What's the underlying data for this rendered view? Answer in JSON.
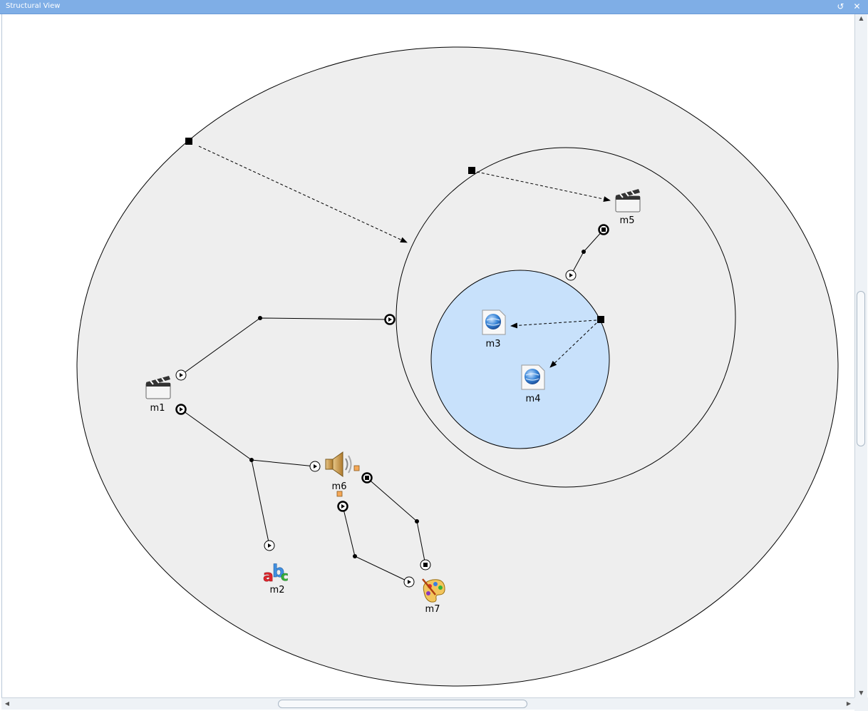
{
  "window": {
    "title": "Structural View",
    "restore_icon": "restore-icon",
    "close_icon": "close-icon"
  },
  "media": {
    "m1": {
      "label": "m1",
      "type": "video",
      "icon": "clapperboard-icon"
    },
    "m2": {
      "label": "m2",
      "type": "text",
      "icon": "text-abc-icon"
    },
    "m3": {
      "label": "m3",
      "type": "html",
      "icon": "html-document-icon"
    },
    "m4": {
      "label": "m4",
      "type": "html",
      "icon": "html-document-icon"
    },
    "m5": {
      "label": "m5",
      "type": "video",
      "icon": "clapperboard-icon"
    },
    "m6": {
      "label": "m6",
      "type": "audio",
      "icon": "speaker-icon"
    },
    "m7": {
      "label": "m7",
      "type": "image",
      "icon": "palette-icon"
    }
  },
  "colors": {
    "outer_context": "#eeeeee",
    "inner_context": "#eeeeee",
    "innermost_context": "#c8e1fb",
    "titlebar": "#7faee6"
  }
}
